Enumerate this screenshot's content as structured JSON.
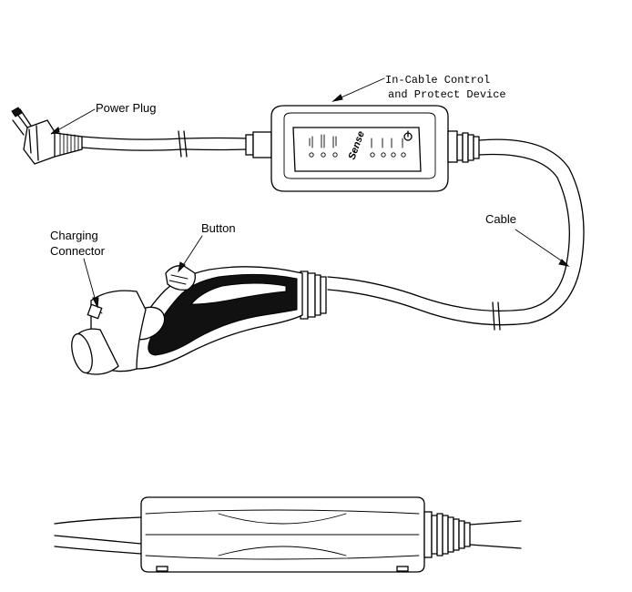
{
  "labels": {
    "power_plug": "Power Plug",
    "control_line1": "In-Cable Control",
    "control_line2": "and Protect Device",
    "charging_line1": "Charging",
    "charging_line2": "Connector",
    "button": "Button",
    "cable": "Cable"
  },
  "device": {
    "brand": "Sense"
  },
  "icons": {
    "plug": "power-plug-icon",
    "control_box": "control-box-icon",
    "connector": "charging-connector-icon"
  },
  "colors": {
    "ink": "#000000",
    "background": "#ffffff"
  }
}
